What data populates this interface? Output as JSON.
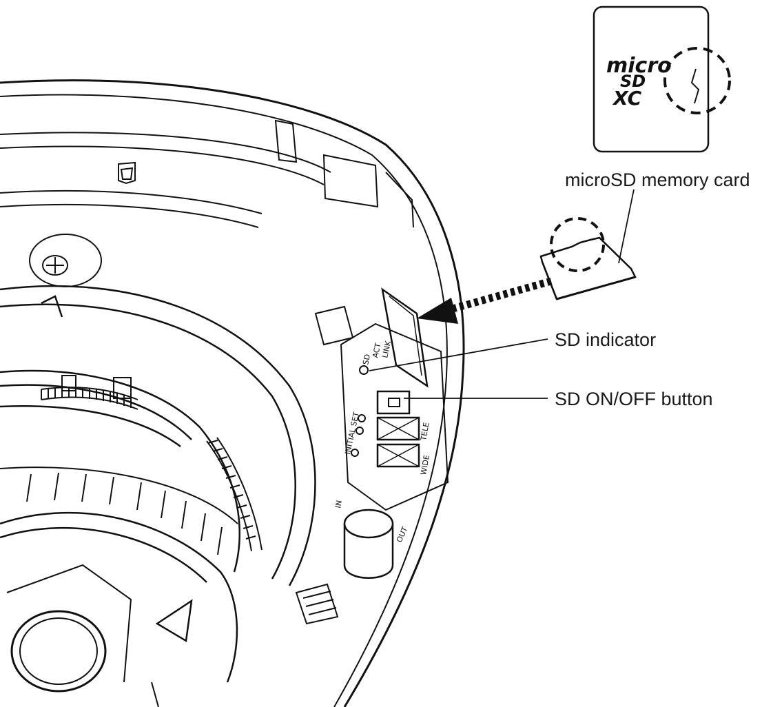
{
  "labels": {
    "microsd_card": "microSD memory card",
    "sd_indicator": "SD indicator",
    "sd_onoff_button": "SD ON/OFF button"
  },
  "card_logo": {
    "line1": "micro",
    "line2": "SD",
    "line3": "XC"
  },
  "board_markings": {
    "initial_set": "INITIAL SET",
    "sd": "SD",
    "act": "ACT",
    "link": "LINK",
    "tele": "TELE",
    "wide": "WIDE",
    "in": "IN",
    "out": "OUT"
  },
  "colors": {
    "line": "#111111",
    "background": "#ffffff"
  }
}
